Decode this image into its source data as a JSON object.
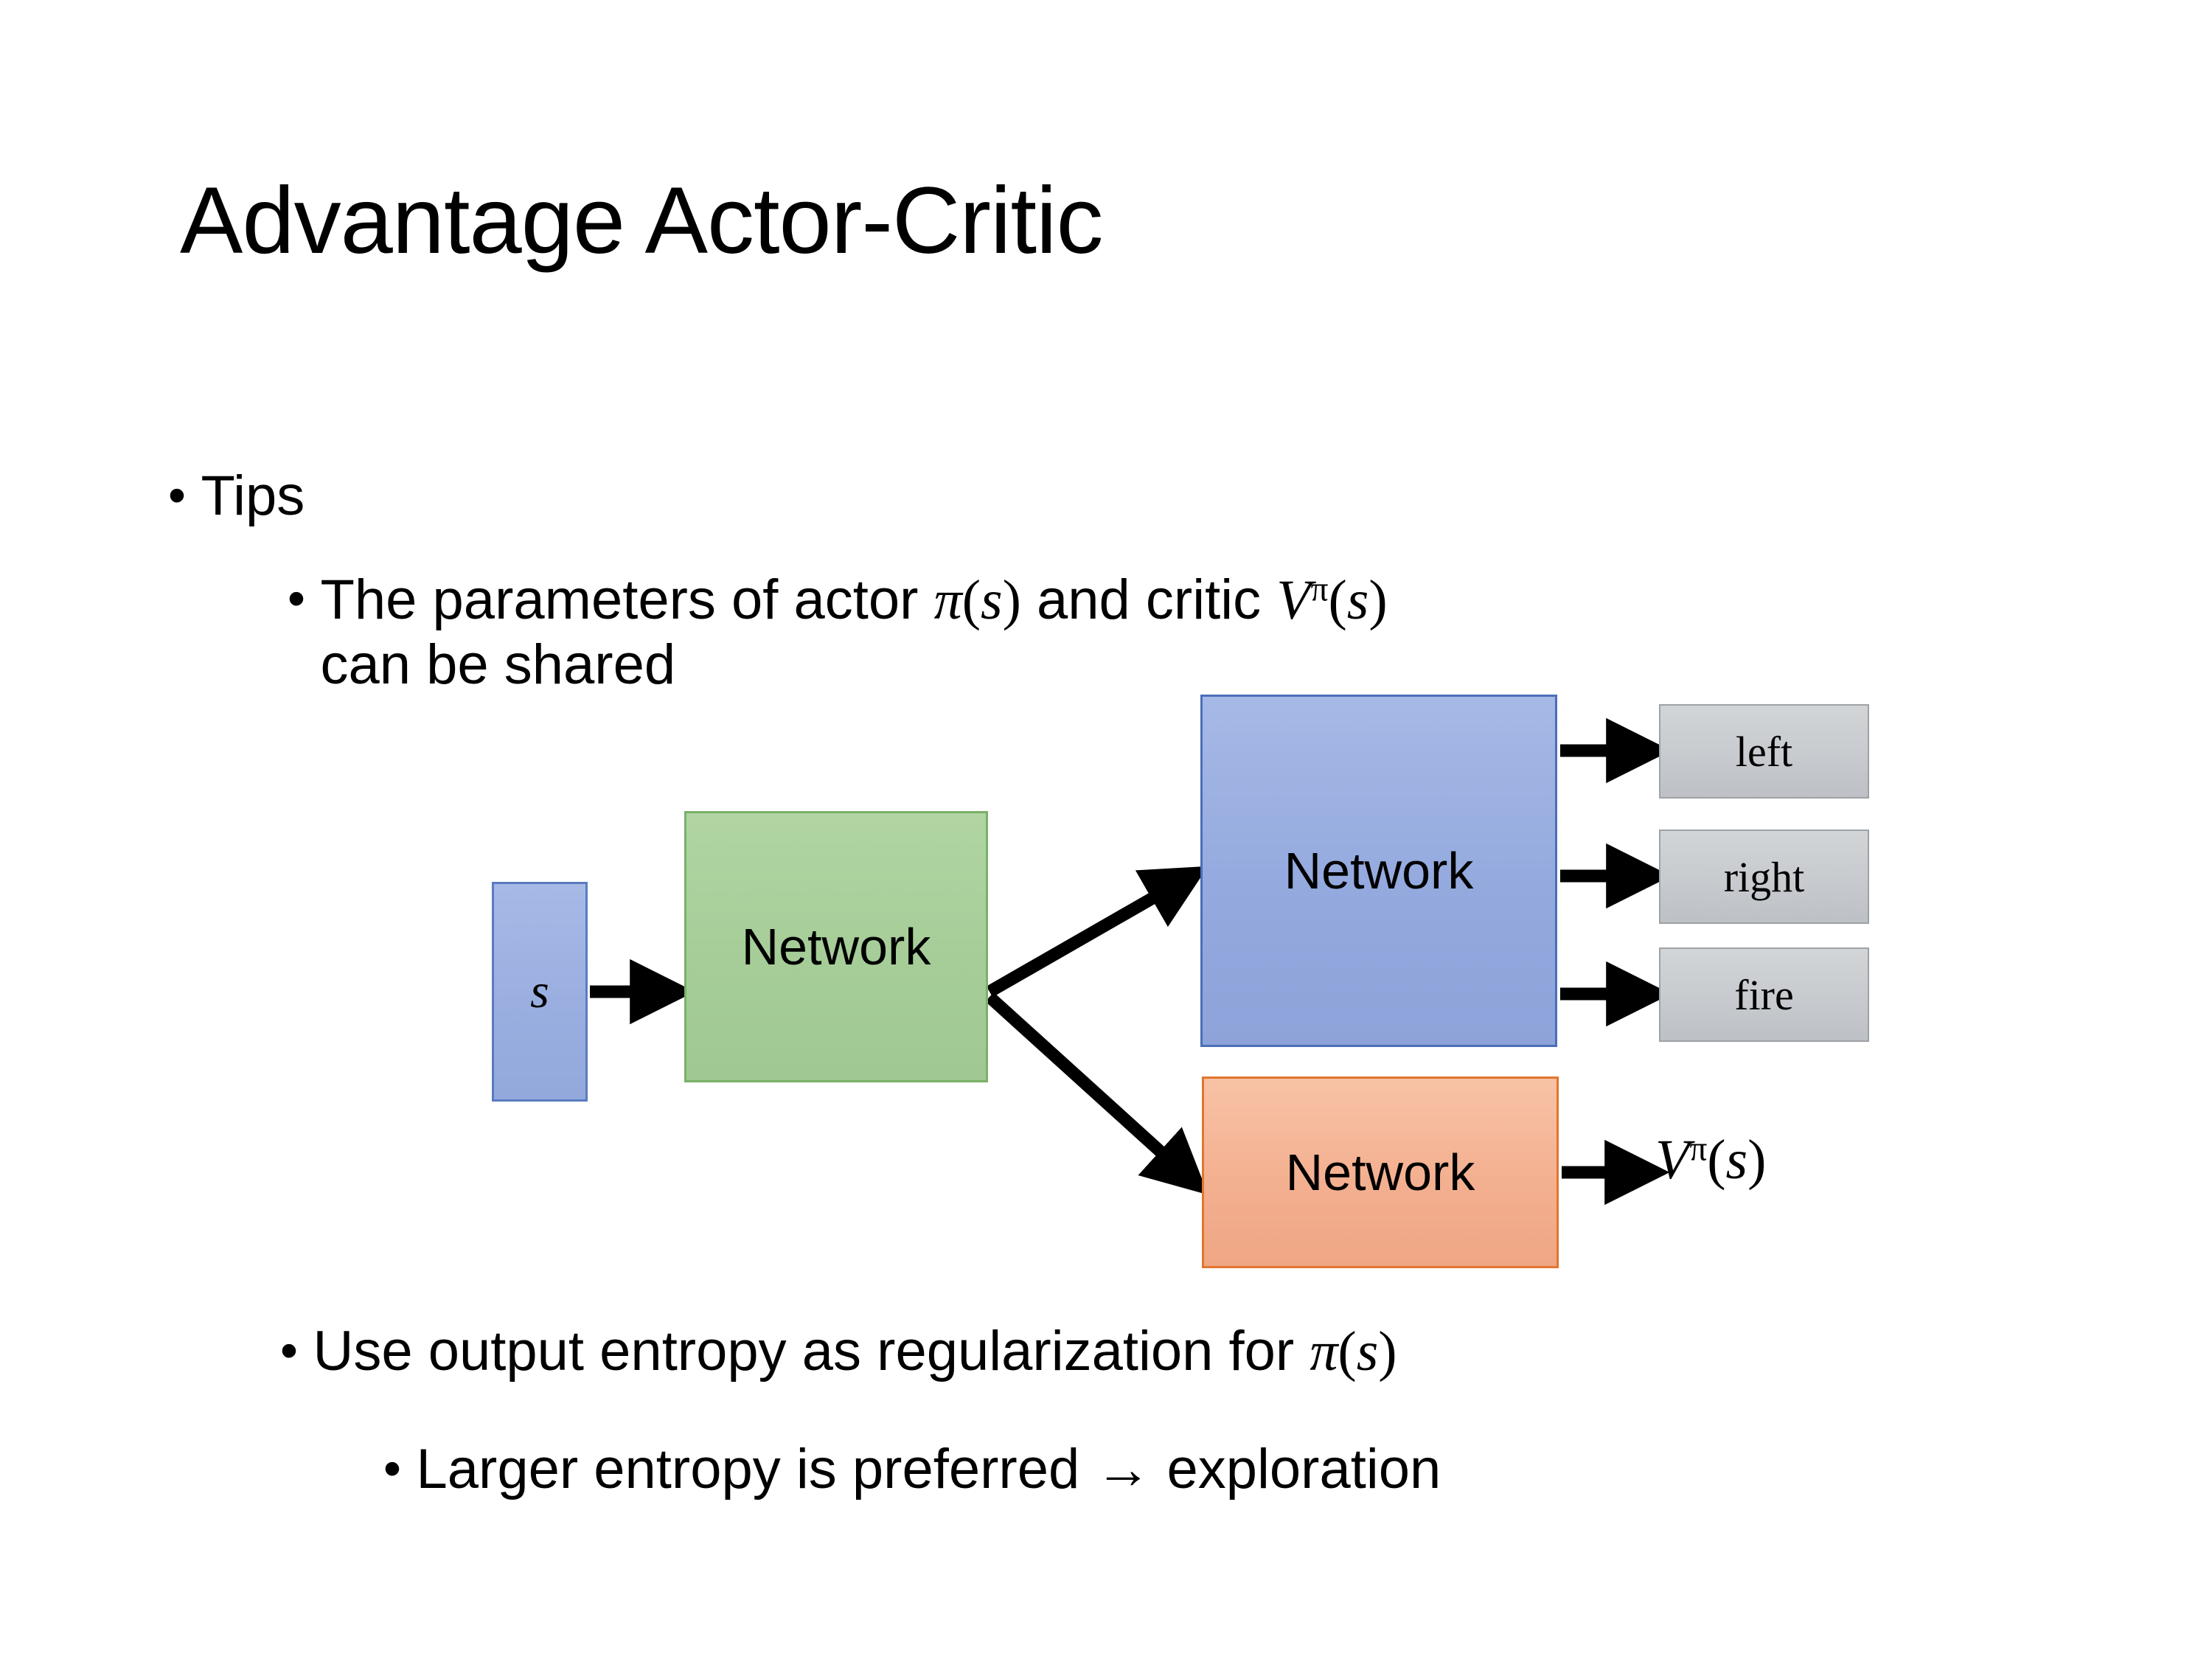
{
  "slide": {
    "title": "Advantage Actor-Critic",
    "background_color": "#FFFFFF",
    "text_color": "#000000"
  },
  "bullets": {
    "level1_tips": {
      "marker": "•",
      "text": "Tips"
    },
    "level2_params": {
      "marker": "•",
      "text_part1": "The parameters of actor ",
      "math_pi": "π(s)",
      "text_part2": "  and critic ",
      "math_v": "Vπ(s)",
      "text_line2": "can be shared"
    },
    "level2_entropy": {
      "marker": "•",
      "text_part1": "Use output entropy as regularization for ",
      "math_pi": "π(s)"
    },
    "level3_larger": {
      "marker": "•",
      "text": "Larger entropy is preferred → exploration"
    }
  },
  "diagram": {
    "input_node": {
      "label": "s",
      "fill_color": "#95A9DE",
      "border_color": "#5A7BC0"
    },
    "shared_network": {
      "label": "Network",
      "fill_color": "#A8CF9A",
      "border_color": "#7AB167"
    },
    "actor_network": {
      "label": "Network",
      "fill_color": "#95A9DE",
      "border_color": "#4A6FB8"
    },
    "critic_network": {
      "label": "Network",
      "fill_color": "#F4B392",
      "border_color": "#E1762E"
    },
    "action_outputs": [
      {
        "label": "left",
        "fill_color": "#C5C8CA"
      },
      {
        "label": "right",
        "fill_color": "#C5C8CA"
      },
      {
        "label": "fire",
        "fill_color": "#C5C8CA"
      }
    ],
    "value_output": {
      "label": "Vπ(s)",
      "base": "V",
      "superscript": "π",
      "argument": "(s)"
    },
    "arrow_color": "#000000"
  },
  "math": {
    "pi": "π",
    "s": "s",
    "V": "V",
    "lparen": "(",
    "rparen": ")"
  }
}
